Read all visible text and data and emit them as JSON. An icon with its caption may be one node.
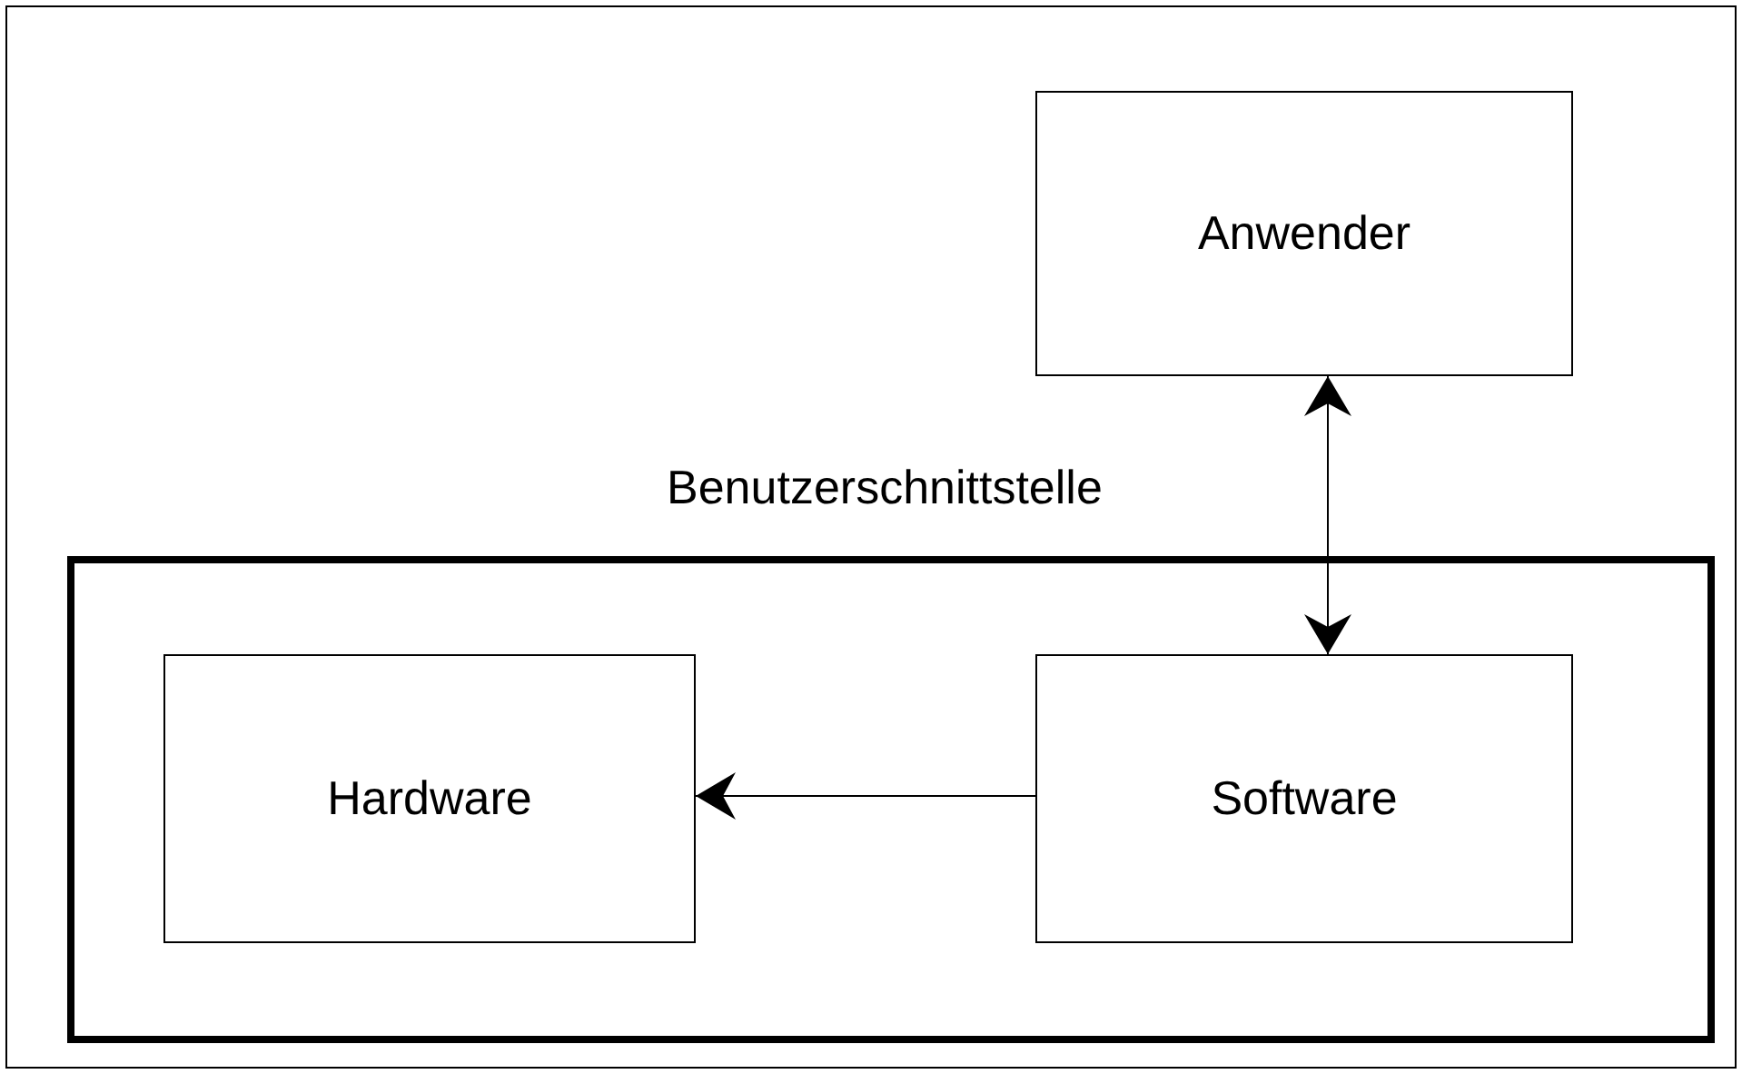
{
  "diagram": {
    "nodes": [
      {
        "text": [
          "Anwender"
        ]
      },
      {
        "text": [],
        "shape": "box"
      },
      {
        "text": [
          "Hardware"
        ],
        "in": 1
      },
      {
        "text": [
          "Software"
        ],
        "in": 1
      }
    ],
    "edges": [
      {
        "from": 0,
        "to": 3,
        "arrow": "both",
        "label": "Benutzerschnittstelle"
      },
      {
        "from": 3,
        "to": 2,
        "arrow": "to"
      }
    ]
  }
}
